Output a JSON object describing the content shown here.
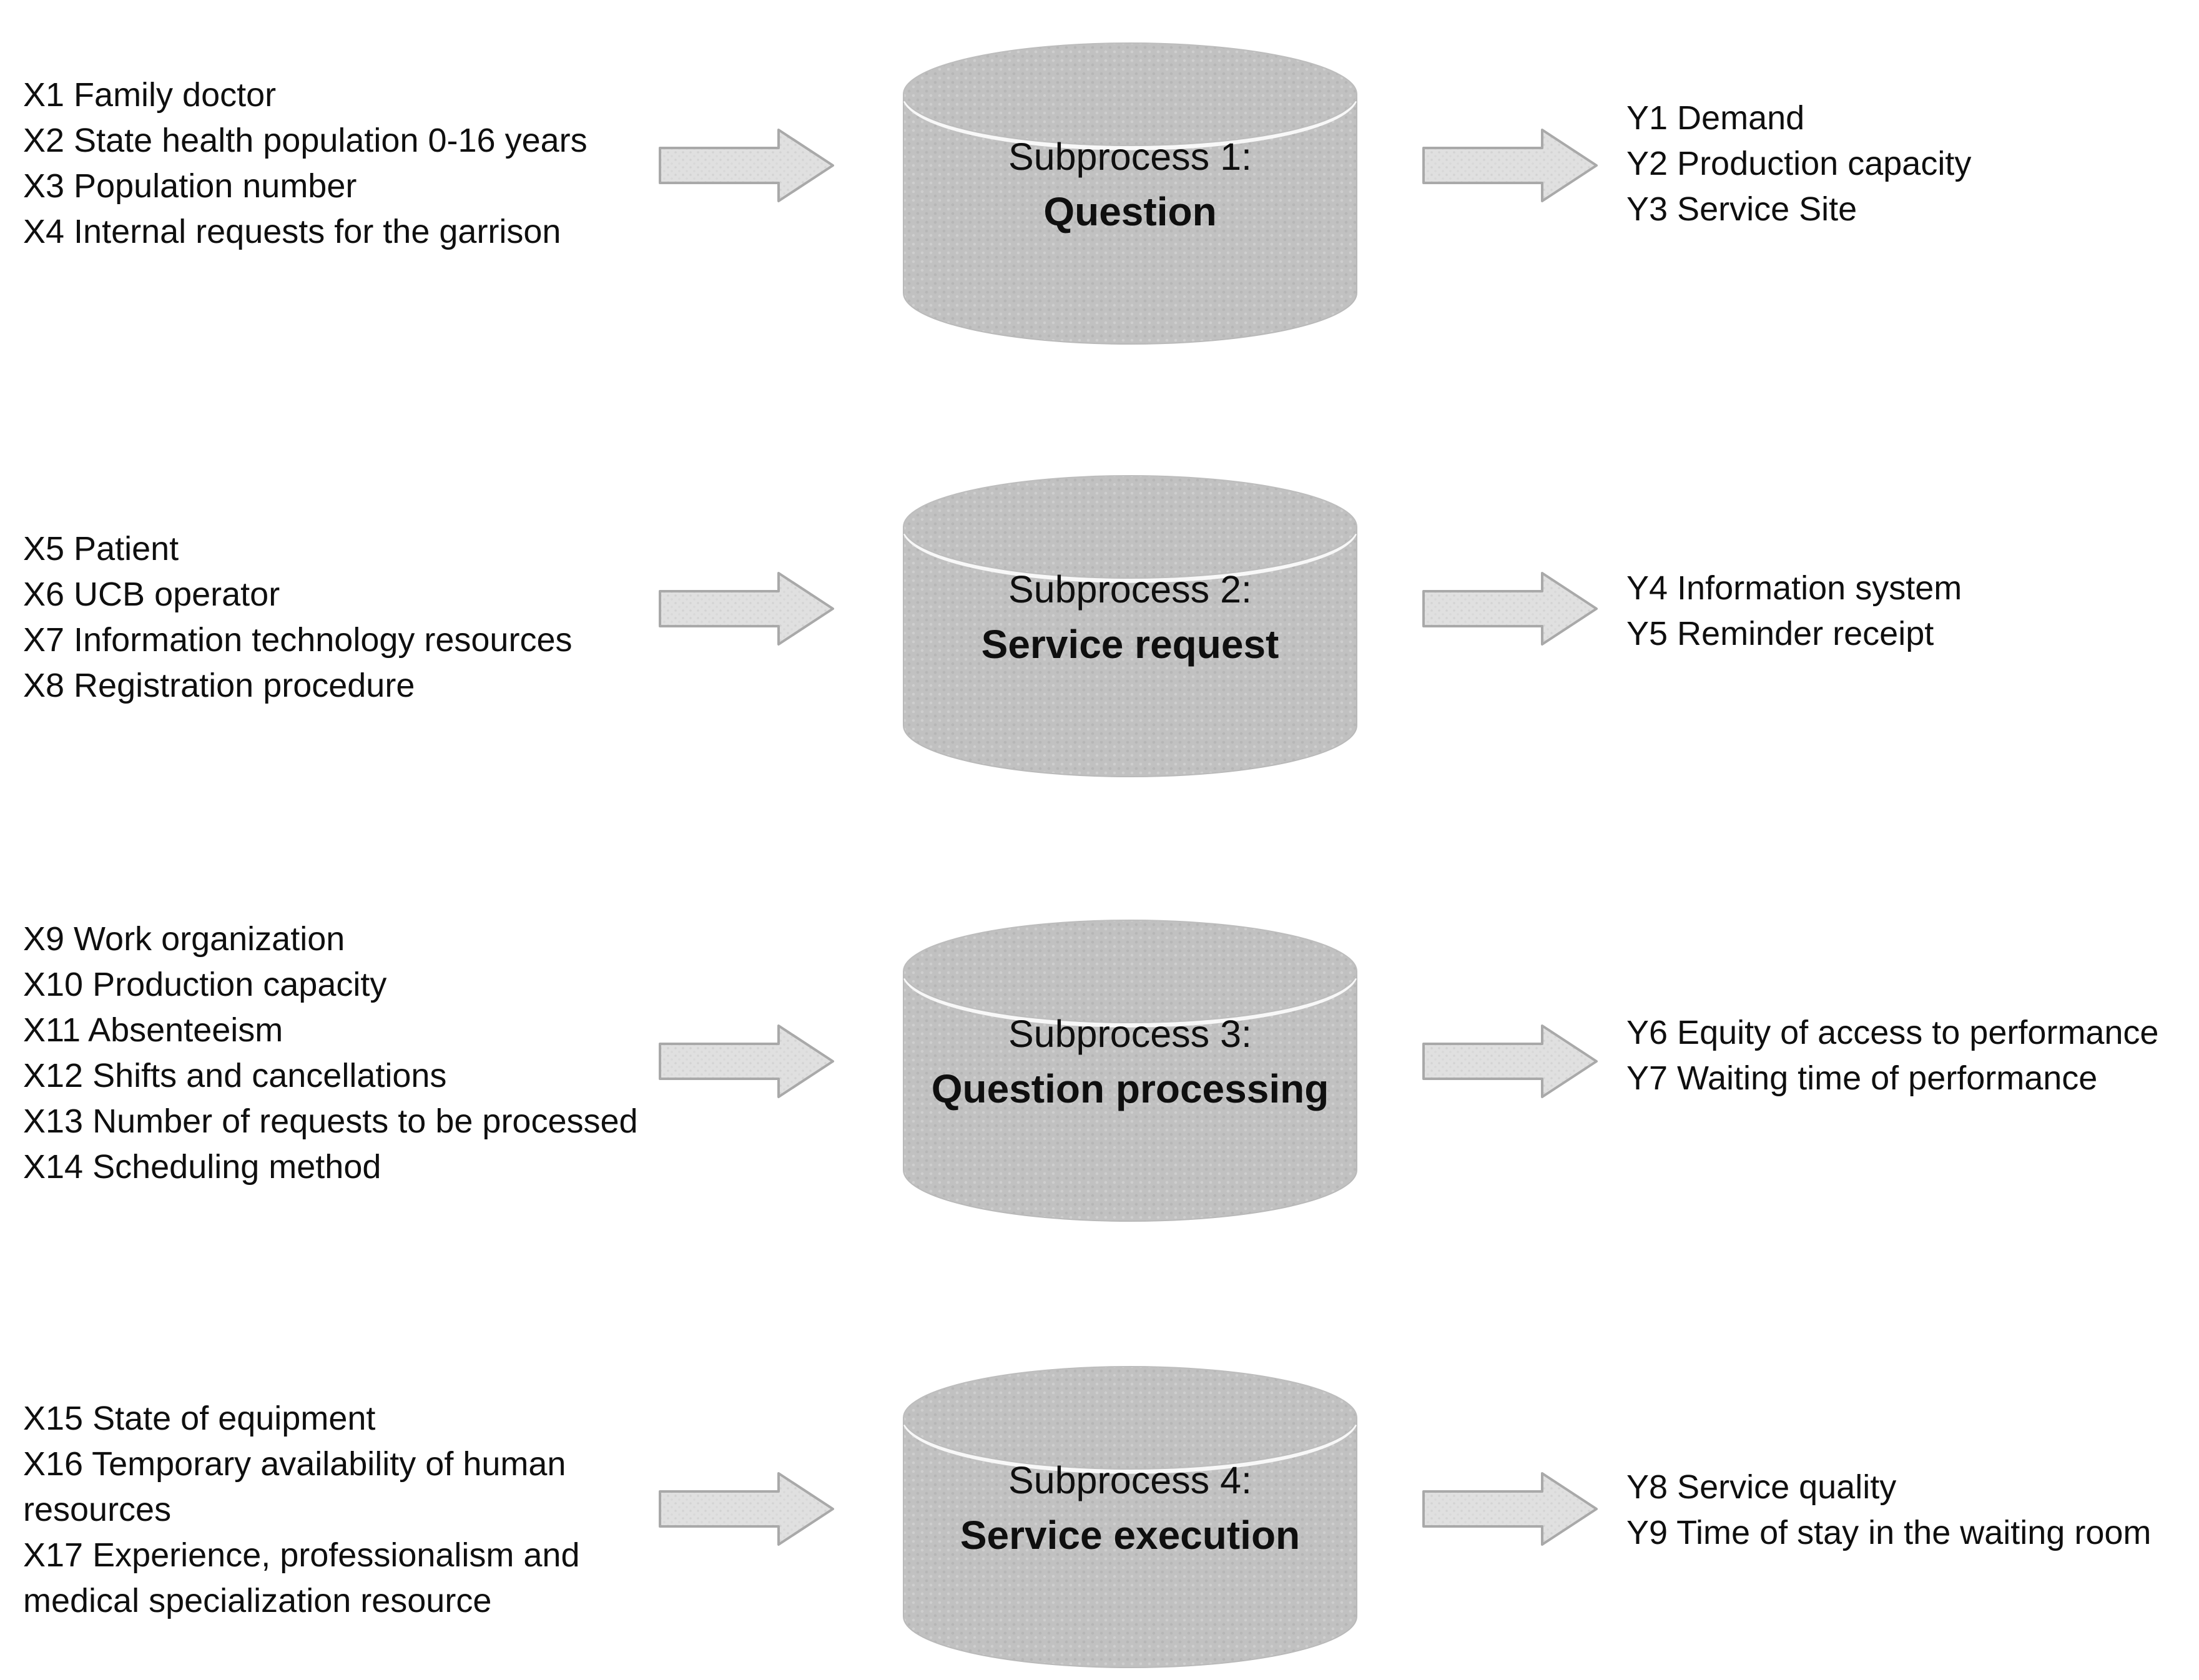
{
  "colors": {
    "background": "#ffffff",
    "cylinder_fill": "#c1c1c1",
    "cylinder_highlight": "#f8f8f8",
    "arrow_fill": "#e0e0e0",
    "arrow_border": "#a9a9a9",
    "text": "#0f0f0f"
  },
  "rows": [
    {
      "inputs": [
        "X1 Family doctor",
        "X2 State health population 0-16 years",
        "X3 Population number",
        "X4 Internal requests for the garrison"
      ],
      "process": {
        "line1": "Subprocess 1:",
        "line2": "Question"
      },
      "outputs": [
        "Y1 Demand",
        "Y2 Production capacity",
        "Y3 Service Site"
      ]
    },
    {
      "inputs": [
        "X5 Patient",
        "X6 UCB operator",
        "X7 Information technology resources",
        "X8 Registration procedure"
      ],
      "process": {
        "line1": "Subprocess 2:",
        "line2": "Service request"
      },
      "outputs": [
        "Y4 Information system",
        "Y5 Reminder receipt"
      ]
    },
    {
      "inputs": [
        "X9 Work organization",
        "X10 Production capacity",
        "X11 Absenteeism",
        "X12 Shifts and cancellations",
        "X13 Number of requests to be processed",
        "X14 Scheduling method"
      ],
      "process": {
        "line1": "Subprocess 3:",
        "line2": "Question processing"
      },
      "outputs": [
        "Y6 Equity of access to performance",
        "Y7 Waiting time of performance"
      ]
    },
    {
      "inputs": [
        "X15 State of equipment",
        "X16 Temporary availability of human",
        "resources",
        "X17 Experience, professionalism and",
        "medical specialization resource"
      ],
      "process": {
        "line1": "Subprocess 4:",
        "line2": "Service execution"
      },
      "outputs": [
        "Y8 Service quality",
        "Y9 Time of stay in the waiting room"
      ]
    }
  ]
}
